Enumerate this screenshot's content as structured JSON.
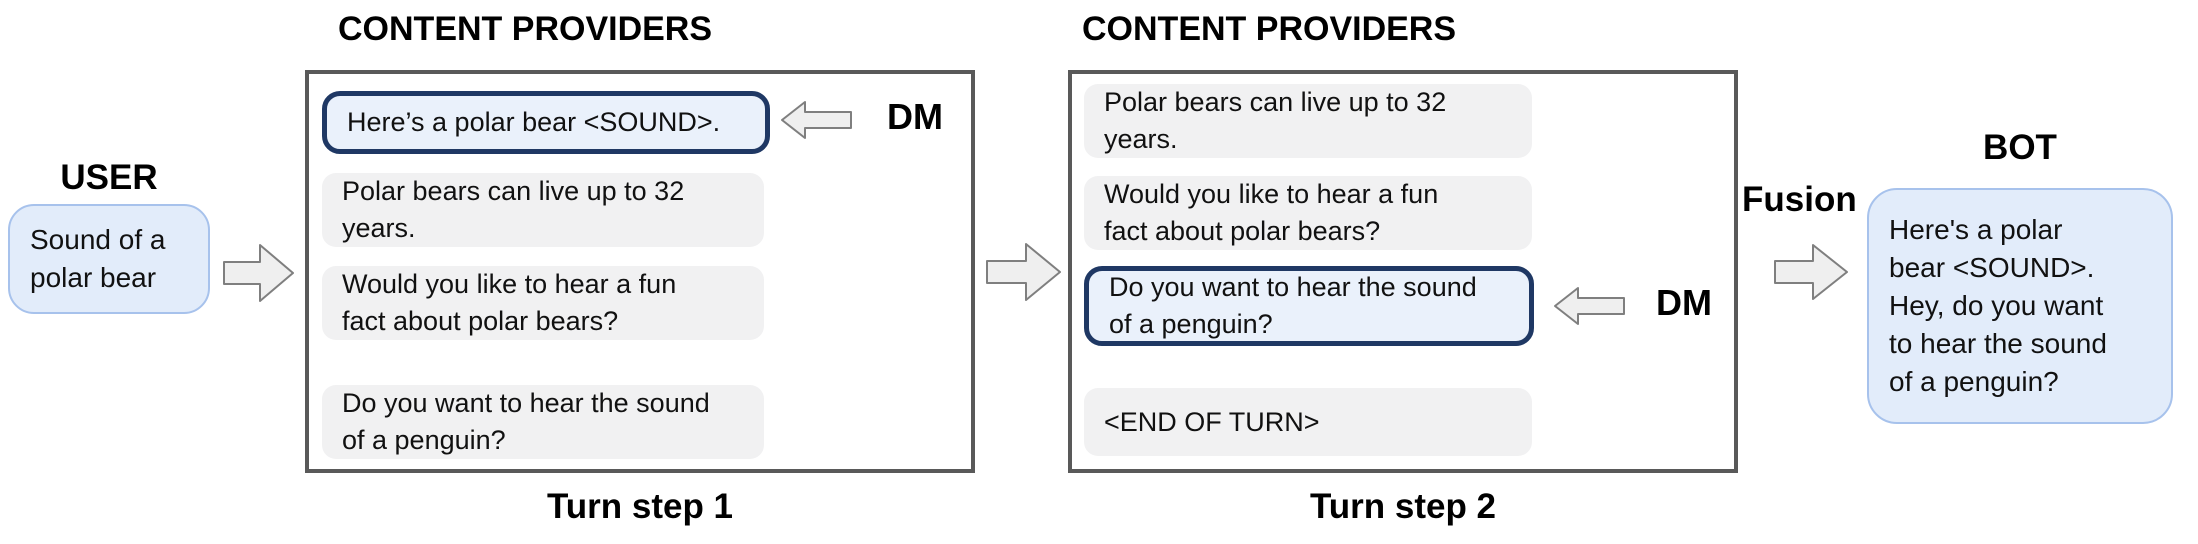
{
  "colors": {
    "selected-border": "#1f3864",
    "selected-fill": "#eaf1fb",
    "gray-bubble": "#f1f1f2",
    "io-bubble-fill": "#e2ecfa",
    "io-bubble-border": "#a7c2ec",
    "arrow-fill": "#efefef",
    "arrow-stroke": "#7f7f7f",
    "panel-border": "#595959"
  },
  "user": {
    "label": "USER",
    "message": "Sound of a\npolar bear"
  },
  "bot": {
    "label": "BOT",
    "message": "Here's a polar\nbear <SOUND>.\nHey, do you want\nto hear the sound\nof a penguin?"
  },
  "fusion_label": "Fusion",
  "turn1": {
    "title": "CONTENT PROVIDERS",
    "caption": "Turn step 1",
    "dm_label": "DM",
    "messages": [
      {
        "text": "Here’s a polar bear <SOUND>.",
        "selected": true
      },
      {
        "text": "Polar bears can live up to 32\nyears.",
        "selected": false
      },
      {
        "text": "Would you like to hear a fun\nfact about polar bears?",
        "selected": false
      },
      {
        "text": "Do you want to hear the sound\nof a penguin?",
        "selected": false
      }
    ]
  },
  "turn2": {
    "title": "CONTENT PROVIDERS",
    "caption": "Turn step 2",
    "dm_label": "DM",
    "messages": [
      {
        "text": "Polar bears can live up to 32\nyears.",
        "selected": false
      },
      {
        "text": "Would you like to hear a fun\nfact about polar bears?",
        "selected": false
      },
      {
        "text": "Do you want to hear the sound\nof a penguin?",
        "selected": true
      },
      {
        "text": "<END OF TURN>",
        "selected": false
      }
    ]
  }
}
